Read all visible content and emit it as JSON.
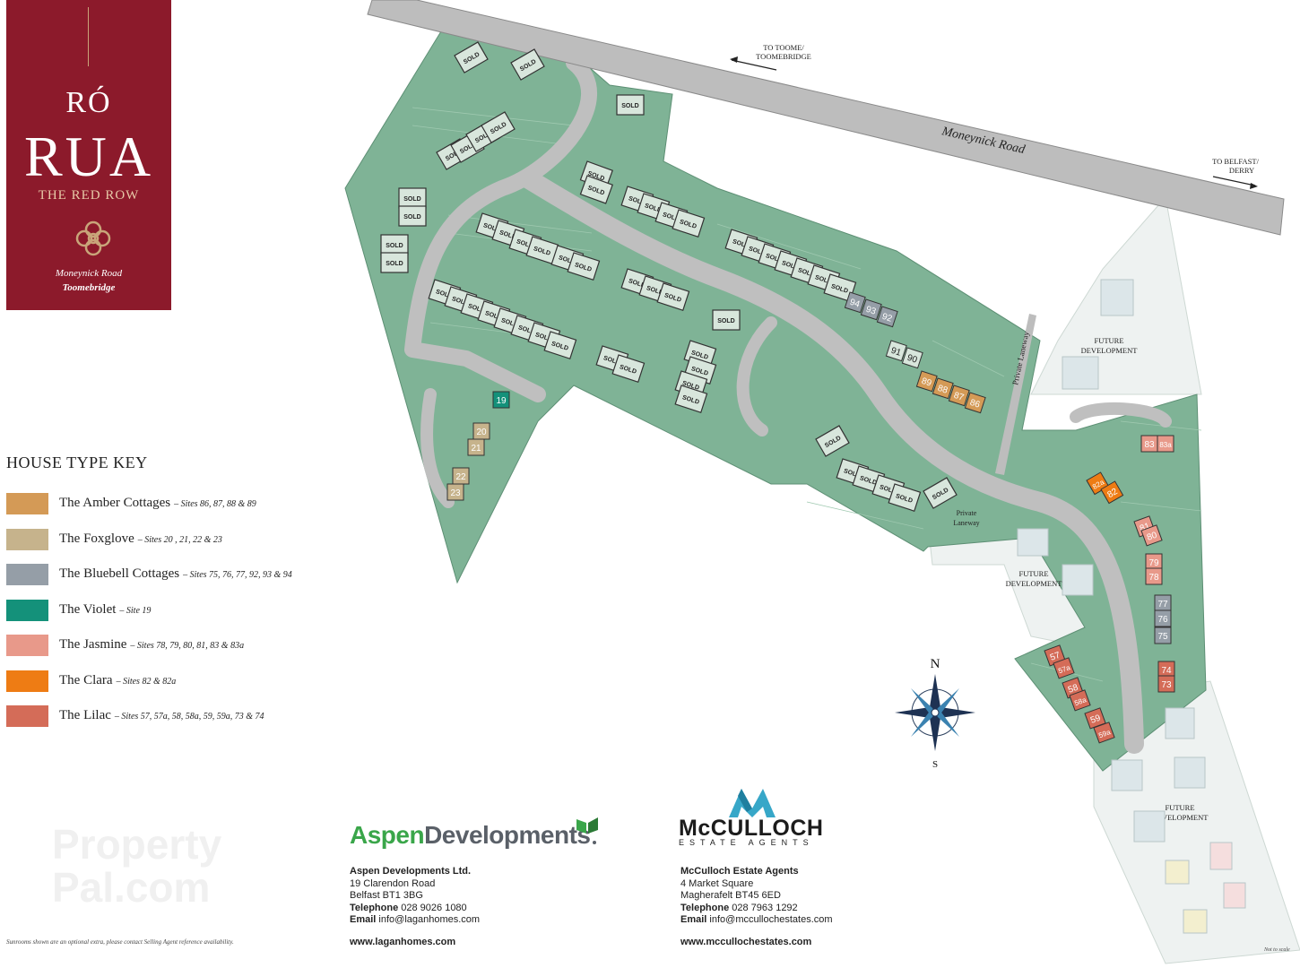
{
  "brand": {
    "name_line1": "RÓ",
    "name_line2": "RUA",
    "tagline": "THE RED ROW",
    "road": "Moneynick Road",
    "town": "Toomebridge",
    "background": "#8c1a2b"
  },
  "key": {
    "title": "HOUSE TYPE KEY",
    "items": [
      {
        "name": "The Amber Cottages",
        "sites": "– Sites 86, 87, 88 & 89",
        "color": "#d49a56"
      },
      {
        "name": "The Foxglove",
        "sites": "– Sites 20 , 21, 22 & 23",
        "color": "#c6b38c"
      },
      {
        "name": "The Bluebell Cottages",
        "sites": "– Sites 75, 76, 77, 92, 93 & 94",
        "color": "#959ea7"
      },
      {
        "name": "The Violet",
        "sites": "– Site 19",
        "color": "#14917a"
      },
      {
        "name": "The Jasmine",
        "sites": "– Sites 78, 79, 80, 81, 83 & 83a",
        "color": "#e8998a"
      },
      {
        "name": "The Clara",
        "sites": "– Sites 82 & 82a",
        "color": "#ee7c14"
      },
      {
        "name": "The Lilac",
        "sites": "– Sites 57, 57a, 58, 58a, 59, 59a, 73 & 74",
        "color": "#d46c58"
      }
    ]
  },
  "map": {
    "road_name": "Moneynick Road",
    "direction_toome": [
      "TO TOOME/",
      "TOOMEBRIDGE"
    ],
    "direction_belfast": [
      "TO BELFAST/",
      "DERRY"
    ],
    "future_development": [
      "FUTURE",
      "DEVELOPMENT"
    ],
    "private_laneway": [
      "Private",
      "Laneway"
    ],
    "private_laneway_vertical": "Private Laneway",
    "sold_label": "SOLD",
    "compass_n": "N",
    "compass_s": "S",
    "colors": {
      "grass": "#7fb396",
      "road": "#c8c8c8",
      "future": "#eef2f1",
      "house": "#d8e6dc"
    },
    "plots": [
      {
        "label": "94",
        "type": "bluebell"
      },
      {
        "label": "93",
        "type": "bluebell"
      },
      {
        "label": "92",
        "type": "bluebell"
      },
      {
        "label": "91",
        "type": "sold"
      },
      {
        "label": "90",
        "type": "sold"
      },
      {
        "label": "89",
        "type": "amber"
      },
      {
        "label": "88",
        "type": "amber"
      },
      {
        "label": "87",
        "type": "amber"
      },
      {
        "label": "86",
        "type": "amber"
      },
      {
        "label": "19",
        "type": "violet"
      },
      {
        "label": "20",
        "type": "foxglove"
      },
      {
        "label": "21",
        "type": "foxglove"
      },
      {
        "label": "22",
        "type": "foxglove"
      },
      {
        "label": "23",
        "type": "foxglove"
      },
      {
        "label": "83",
        "type": "jasmine"
      },
      {
        "label": "83a",
        "type": "jasmine"
      },
      {
        "label": "82a",
        "type": "clara"
      },
      {
        "label": "82",
        "type": "clara"
      },
      {
        "label": "81",
        "type": "jasmine"
      },
      {
        "label": "80",
        "type": "jasmine"
      },
      {
        "label": "79",
        "type": "jasmine"
      },
      {
        "label": "78",
        "type": "jasmine"
      },
      {
        "label": "77",
        "type": "bluebell"
      },
      {
        "label": "76",
        "type": "bluebell"
      },
      {
        "label": "75",
        "type": "bluebell"
      },
      {
        "label": "74",
        "type": "lilac"
      },
      {
        "label": "73",
        "type": "lilac"
      },
      {
        "label": "57",
        "type": "lilac"
      },
      {
        "label": "57a",
        "type": "lilac"
      },
      {
        "label": "58",
        "type": "lilac"
      },
      {
        "label": "58a",
        "type": "lilac"
      },
      {
        "label": "59",
        "type": "lilac"
      },
      {
        "label": "59a",
        "type": "lilac"
      }
    ]
  },
  "footer": {
    "watermark": [
      "Property",
      "Pal.com"
    ],
    "footnote": "Sunrooms shown are an optional extra, please contact Selling Agent reference availability.",
    "not_to_scale": "Not to scale",
    "aspen": {
      "logo_part1": "Aspen",
      "logo_part2": "Developments",
      "company": "Aspen Developments Ltd.",
      "address1": "19 Clarendon Road",
      "address2": "Belfast BT1 3BG",
      "telephone_label": "Telephone",
      "telephone": "028 9026 1080",
      "email_label": "Email",
      "email": "info@laganhomes.com",
      "website": "www.laganhomes.com"
    },
    "mcculloch": {
      "logo": "McCULLOCH",
      "logo_sub": "ESTATE AGENTS",
      "company": "McCulloch Estate Agents",
      "address1": "4 Market Square",
      "address2": "Magherafelt BT45 6ED",
      "telephone_label": "Telephone",
      "telephone": "028 7963 1292",
      "email_label": "Email",
      "email": "info@mccullochestates.com",
      "website": "www.mccullochestates.com"
    }
  }
}
